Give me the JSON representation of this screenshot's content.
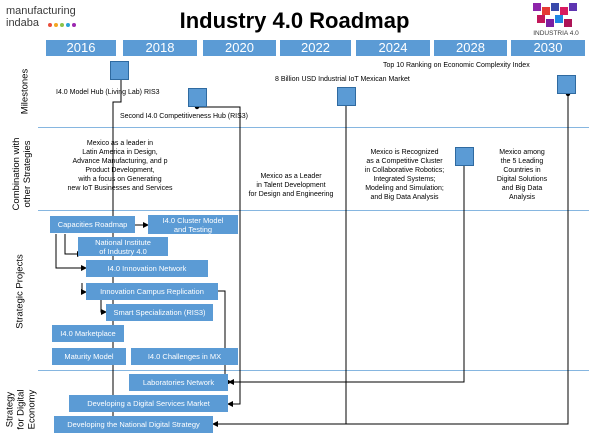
{
  "header": {
    "logo_left": {
      "line1": "manufacturing",
      "line2": "indaba"
    },
    "title": "Industry 4.0 Roadmap",
    "logo_right": {
      "text": "INDUSTRIA 4.0"
    }
  },
  "years": [
    "2016",
    "2018",
    "2020",
    "2022",
    "2024",
    "2028",
    "2030"
  ],
  "rows": {
    "milestones": "Milestones",
    "combination": [
      "Combination with",
      "other Strategies"
    ],
    "projects": "Strategic Projects",
    "economy": [
      "Strategy",
      "for Digital",
      "Economy"
    ]
  },
  "milestones": {
    "model_hub": "I4.0 Model Hub (Living Lab) RIS3",
    "competitiveness_hub": "Second I4.0 Competitiveness Hub (RIS3)",
    "iot_market": "8 Billion USD Industrial IoT Mexican Market",
    "top10": "Top 10 Ranking on Economic Complexity Index"
  },
  "combination": {
    "leader_latam": [
      "Mexico as a leader in",
      "Latin America in Design,",
      "Advance Manufacturing, and p",
      "Product Development,",
      "with a focus on Generating",
      "new IoT Businesses and Services"
    ],
    "talent": [
      "Mexico as a Leader",
      "in Talent Development",
      "for Design and Engineering"
    ],
    "cluster": [
      "Mexico is Recognized",
      "as a Competitive Cluster",
      "in Collaborative Robotics;",
      "Integrated Systems;",
      "Modeling and Simulation;",
      "and Big Data Analysis"
    ],
    "leading_countries": [
      "Mexico among",
      "the 5 Leading",
      "Countries in",
      "Digital Solutions",
      "and Big Data",
      "Analysis"
    ]
  },
  "projects": {
    "capacities_roadmap": "Capacities Roadmap",
    "cluster_model": [
      "I4.0 Cluster Model",
      "and Testing"
    ],
    "national_institute": [
      "National Institute",
      "of Industry 4.0"
    ],
    "innovation_network": "I4.0 Innovation Network",
    "campus_replication": "Innovation Campus Replication",
    "smart_specialization": "Smart Specialization (RIS3)",
    "marketplace": "I4.0 Marketplace",
    "maturity_model": "Maturity Model",
    "challenges": "I4.0 Challenges in MX"
  },
  "economy": {
    "laboratories": "Laboratories Network",
    "digital_services": "Developing a Digital Services Market",
    "digital_strategy": "Developing the National Digital Strategy"
  },
  "colors": {
    "accent": "#5b9bd5",
    "accent_dark": "#2f6aa0",
    "separator": "#86b6e0",
    "text": "#000000"
  }
}
